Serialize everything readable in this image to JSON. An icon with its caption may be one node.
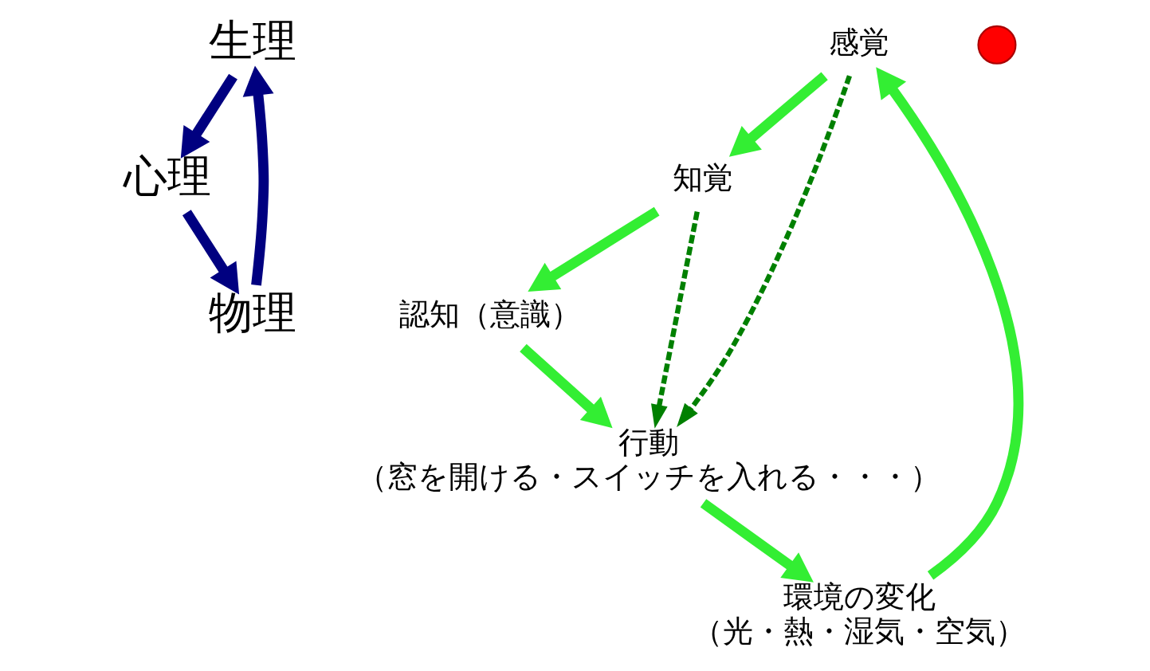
{
  "diagram": {
    "nodes": [
      {
        "text": [
          "生理"
        ]
      },
      {
        "text": [
          "感覚"
        ]
      },
      {
        "text": [
          "知覚"
        ]
      },
      {
        "text": [
          "物理"
        ]
      },
      {
        "text": [
          "環境の変化",
          "（光・熱・湿気・空気）"
        ]
      },
      {
        "text": [],
        "shape": "circle"
      },
      {
        "text": [
          "認知（意識）"
        ]
      },
      {
        "text": [
          "行動",
          "（窓を開ける・スイッチを入れる・・・）"
        ]
      },
      {
        "text": [
          "心理"
        ]
      }
    ],
    "edges": [
      {
        "from": 4,
        "to": 1,
        "arrow": "to"
      },
      {
        "from": 1,
        "to": 2,
        "arrow": "to"
      },
      {
        "from": 2,
        "to": 6,
        "arrow": "to"
      },
      {
        "from": 6,
        "to": 7,
        "arrow": "to"
      },
      {
        "from": 7,
        "to": 4,
        "arrow": "to"
      },
      {
        "from": 1,
        "to": 7,
        "arrow": "to",
        "style": "dashed",
        "color": "#008000"
      },
      {
        "from": 2,
        "to": 7,
        "arrow": "to",
        "style": "dashed",
        "color": "#008000"
      },
      {
        "from": 3,
        "to": 0,
        "arrow": "to",
        "color": "#000080"
      },
      {
        "from": 0,
        "to": 8,
        "arrow": "to",
        "color": "#000080"
      },
      {
        "from": 8,
        "to": 3,
        "arrow": "to",
        "color": "#000080"
      }
    ]
  }
}
